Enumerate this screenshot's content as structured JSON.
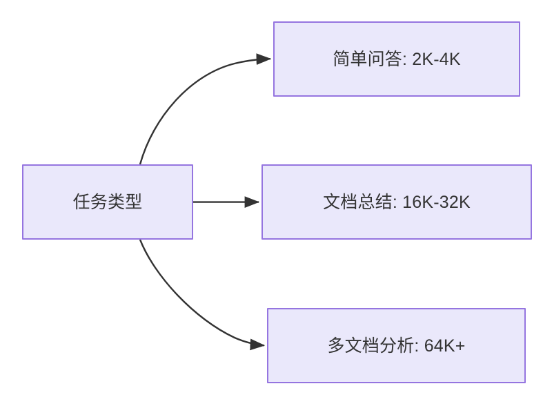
{
  "diagram": {
    "type": "flowchart",
    "orientation": "left-to-right",
    "background_color": "#ffffff",
    "node_fill_color": "#eae8fb",
    "node_border_color": "#9575e0",
    "node_text_color": "#333333",
    "edge_color": "#333333",
    "root": {
      "id": "node-root",
      "label": "任务类型"
    },
    "branches": [
      {
        "id": "node-simple",
        "label": "简单问答: 2K-4K",
        "edge_style": "curved-up"
      },
      {
        "id": "node-doc",
        "label": "文档总结: 16K-32K",
        "edge_style": "straight"
      },
      {
        "id": "node-multidoc",
        "label": "多文档分析: 64K+",
        "edge_style": "curved-down"
      }
    ]
  }
}
